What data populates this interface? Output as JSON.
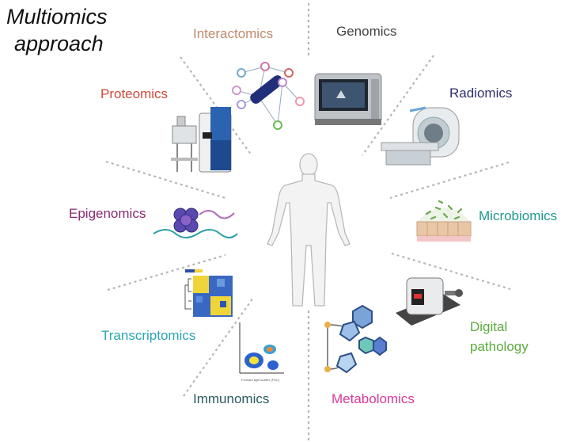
{
  "title": {
    "line1": "Multiomics",
    "line2": "approach"
  },
  "center": {
    "icon": "human-body-icon"
  },
  "categories": [
    {
      "label": "Interactomics",
      "color": "#c08a6a",
      "icon": "network-graph-icon"
    },
    {
      "label": "Genomics",
      "color": "#444444",
      "icon": "sequencer-machine-icon"
    },
    {
      "label": "Radiomics",
      "color": "#2e2f6e",
      "icon": "mri-scanner-icon"
    },
    {
      "label": "Microbiomics",
      "color": "#1e9a8f",
      "icon": "gut-microbes-icon"
    },
    {
      "label": "Digital",
      "label2": "pathology",
      "color": "#5bab3c",
      "icon": "microtome-icon"
    },
    {
      "label": "Metabolomics",
      "color": "#d83a9a",
      "icon": "metabolite-pathway-icon"
    },
    {
      "label": "Immunomics",
      "color": "#2a5a62",
      "icon": "flow-cytometry-plot-icon"
    },
    {
      "label": "Transcriptomics",
      "color": "#2aa6b0",
      "icon": "heatmap-icon"
    },
    {
      "label": "Epigenomics",
      "color": "#8a2a72",
      "icon": "nucleosome-icon"
    },
    {
      "label": "Proteomics",
      "color": "#d04a3a",
      "icon": "mass-spectrometer-icon"
    }
  ]
}
